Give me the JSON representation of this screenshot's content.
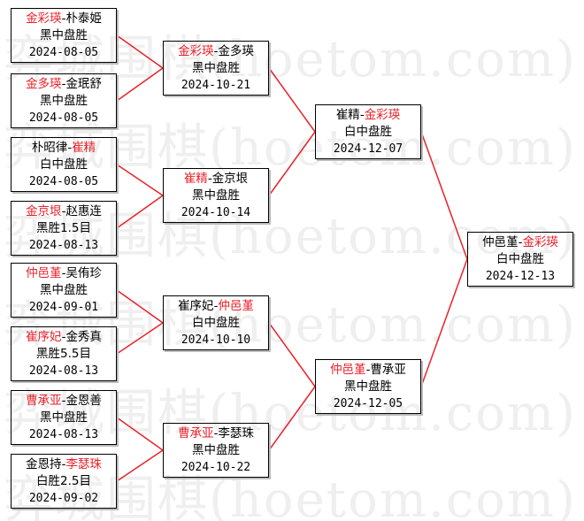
{
  "watermark_text": "弈城围棋(hoetom.com)",
  "colors": {
    "winner": "#e8232b",
    "text": "#000000",
    "line": "#e8232b"
  },
  "matches": [
    {
      "id": "r1m1",
      "p1": "金彩瑛",
      "p2": "朴泰姫",
      "winner": 1,
      "result": "黑中盘胜",
      "date": "2024-08-05"
    },
    {
      "id": "r1m2",
      "p1": "金多瑛",
      "p2": "金珉舒",
      "winner": 1,
      "result": "黑中盘胜",
      "date": "2024-08-05"
    },
    {
      "id": "r1m3",
      "p1": "朴昭律",
      "p2": "崔精",
      "winner": 2,
      "result": "白中盘胜",
      "date": "2024-08-05"
    },
    {
      "id": "r1m4",
      "p1": "金京垠",
      "p2": "赵惠连",
      "winner": 1,
      "result": "黑胜1.5目",
      "date": "2024-08-13"
    },
    {
      "id": "r1m5",
      "p1": "仲邑堇",
      "p2": "吴侑珍",
      "winner": 1,
      "result": "黑中盘胜",
      "date": "2024-09-01"
    },
    {
      "id": "r1m6",
      "p1": "崔序妃",
      "p2": "金秀真",
      "winner": 1,
      "result": "黑胜5.5目",
      "date": "2024-08-13"
    },
    {
      "id": "r1m7",
      "p1": "曹承亚",
      "p2": "金恩善",
      "winner": 1,
      "result": "黑中盘胜",
      "date": "2024-08-13"
    },
    {
      "id": "r1m8",
      "p1": "金恩持",
      "p2": "李瑟珠",
      "winner": 2,
      "result": "白胜2.5目",
      "date": "2024-09-02"
    },
    {
      "id": "r2m1",
      "p1": "金彩瑛",
      "p2": "金多瑛",
      "winner": 1,
      "result": "黑中盘胜",
      "date": "2024-10-21"
    },
    {
      "id": "r2m2",
      "p1": "崔精",
      "p2": "金京垠",
      "winner": 1,
      "result": "黑中盘胜",
      "date": "2024-10-14"
    },
    {
      "id": "r2m3",
      "p1": "崔序妃",
      "p2": "仲邑堇",
      "winner": 2,
      "result": "白中盘胜",
      "date": "2024-10-10"
    },
    {
      "id": "r2m4",
      "p1": "曹承亚",
      "p2": "李瑟珠",
      "winner": 1,
      "result": "黑中盘胜",
      "date": "2024-10-22"
    },
    {
      "id": "r3m1",
      "p1": "崔精",
      "p2": "金彩瑛",
      "winner": 2,
      "result": "白中盘胜",
      "date": "2024-12-07"
    },
    {
      "id": "r3m2",
      "p1": "仲邑堇",
      "p2": "曹承亚",
      "winner": 1,
      "result": "黑中盘胜",
      "date": "2024-12-05"
    },
    {
      "id": "final",
      "p1": "仲邑堇",
      "p2": "金彩瑛",
      "winner": 2,
      "result": "白中盘胜",
      "date": "2024-12-13"
    }
  ]
}
